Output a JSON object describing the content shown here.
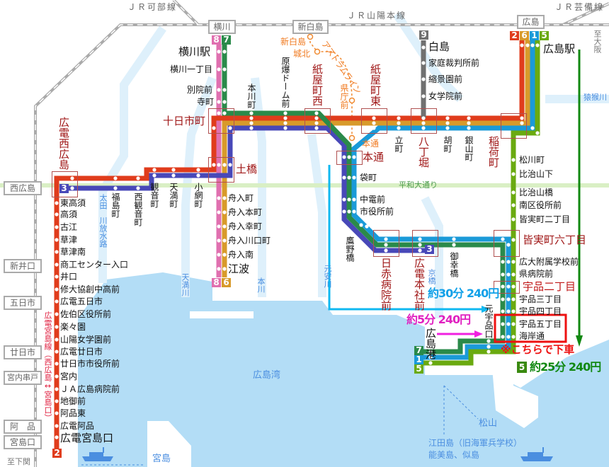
{
  "jr_lines": {
    "kabe": "ＪＲ可部線",
    "sanyo": "ＪＲ山陽本線",
    "geibi": "ＪＲ芸備線"
  },
  "jr_stations": {
    "yokogawa": "横川",
    "shinhakushima": "新白島",
    "hiroshima": "広島",
    "nishihiroshima": "西広島",
    "shiniguchi": "新井口",
    "itsukaichi": "五日市",
    "hatsukaichi": "廿日市",
    "miyauchikushido": "宮内串戸",
    "ajina": "阿　品",
    "miyajimaguchi": "宮島口"
  },
  "destinations": {
    "osaka": "至大阪",
    "shimonoseki": "至下関"
  },
  "route_badges": {
    "r8": "8",
    "r7": "7",
    "r9": "9",
    "r2": "2",
    "r6": "6",
    "r1": "1",
    "r5": "5",
    "r3": "3"
  },
  "colors": {
    "route1": "#1a9ad8",
    "route2": "#e03c1c",
    "route3": "#4848b8",
    "route5": "#6aaa10",
    "route6": "#d89a2a",
    "route7": "#2a8a4a",
    "route8": "#e070b0",
    "route9": "#707070",
    "water": "#b0dcf4",
    "highlight": "#ee1111"
  },
  "astram": {
    "name": "アストラムライン",
    "stations": {
      "shinhakushima": "新白島",
      "johoku": "城北",
      "kenchomae": "県庁前",
      "hondori": "本通"
    }
  },
  "street": "平和大通り",
  "stations": {
    "yokogawa_eki": "横川駅",
    "yokogawa1": "横川一丁目",
    "betsuinmae": "別院前",
    "teramachi": "寺町",
    "tokaichimachi": "十日市町",
    "honkawacho": "本川町",
    "genbaku": "原爆ドーム前",
    "kamiyacho_nishi": "紙屋町西",
    "kamiyacho_higashi": "紙屋町東",
    "tatemachi": "立町",
    "hatchobori": "八丁堀",
    "ebisucho": "胡町",
    "kanayamacho": "銀山町",
    "inaricho": "稲荷町",
    "hiroshima_eki": "広島駅",
    "hakushima": "白島",
    "kateisaibansho": "家庭裁判所前",
    "shukkeien": "縮景園前",
    "jogakuin": "女学院前",
    "hondori": "本通",
    "fukuromachi": "袋町",
    "chudenmae": "中電前",
    "shiyakusho": "市役所前",
    "takanobashi": "鷹野橋",
    "nisseki": "日赤病院前",
    "honsha": "広電本社前",
    "miyukibashi": "御幸橋",
    "matsukawacho": "松川町",
    "hijiyamashita": "比治山下",
    "hijiyamabashi": "比治山橋",
    "minamiku": "南区役所前",
    "minami2": "皆実町二丁目",
    "minami6": "皆実町六丁目",
    "kodai": "広大附属学校前",
    "kenbyoin": "県病院前",
    "ujina2": "宇品二丁目",
    "ujina3": "宇品三丁目",
    "ujina4": "宇品四丁目",
    "ujina5": "宇品五丁目",
    "kaigandori": "海岸通",
    "motoujinaguchi": "元宇品口",
    "hiroshimako": "広島港",
    "dobashi": "土橋",
    "kannonmachi": "観音町",
    "tenmacho": "天満町",
    "koamicho": "小網町",
    "fukushimacho": "福島町",
    "nishikannon": "西観音町",
    "funairimachi": "舟入町",
    "funairihonmachi": "舟入本町",
    "funairisaiwai": "舟入幸町",
    "funairikawaguchi": "舟入川口町",
    "funairiminami": "舟入南",
    "eba": "江波",
    "nishihiroshima": "広電西広島",
    "miyajima_line": [
      "東高須",
      "高須",
      "古江",
      "草津",
      "草津南",
      "商工センター入口",
      "井口",
      "修大協創中高前",
      "広電五日市",
      "佐伯区役所前",
      "楽々園",
      "山陽女学園前",
      "広電廿日市",
      "廿日市市役所前",
      "宮内",
      "ＪＡ広島病院前",
      "地御前",
      "阿品東",
      "広電阿品",
      "広電宮島口"
    ]
  },
  "miyajima_line_label": "広電宮島線（西広島↔宮島口）",
  "rivers": {
    "ota1": "太田",
    "ota2": "川放水路",
    "tenma": "天満川",
    "honkawa": "本川",
    "motoyasu": "元安川",
    "kyobashi": "京橋",
    "enko": "猿猴川"
  },
  "places": {
    "bay": "広島湾",
    "miyajima": "宮島",
    "matsuyama": "松山",
    "etajima": "江田島（旧海軍兵学校）",
    "nomi": "能美島、似島"
  },
  "notes": {
    "ferry": "約30分 240円",
    "walk": "約5分 240円",
    "tram5_badge": "5",
    "tram5": "約25分 240円",
    "alight": "※こちらで下車"
  }
}
